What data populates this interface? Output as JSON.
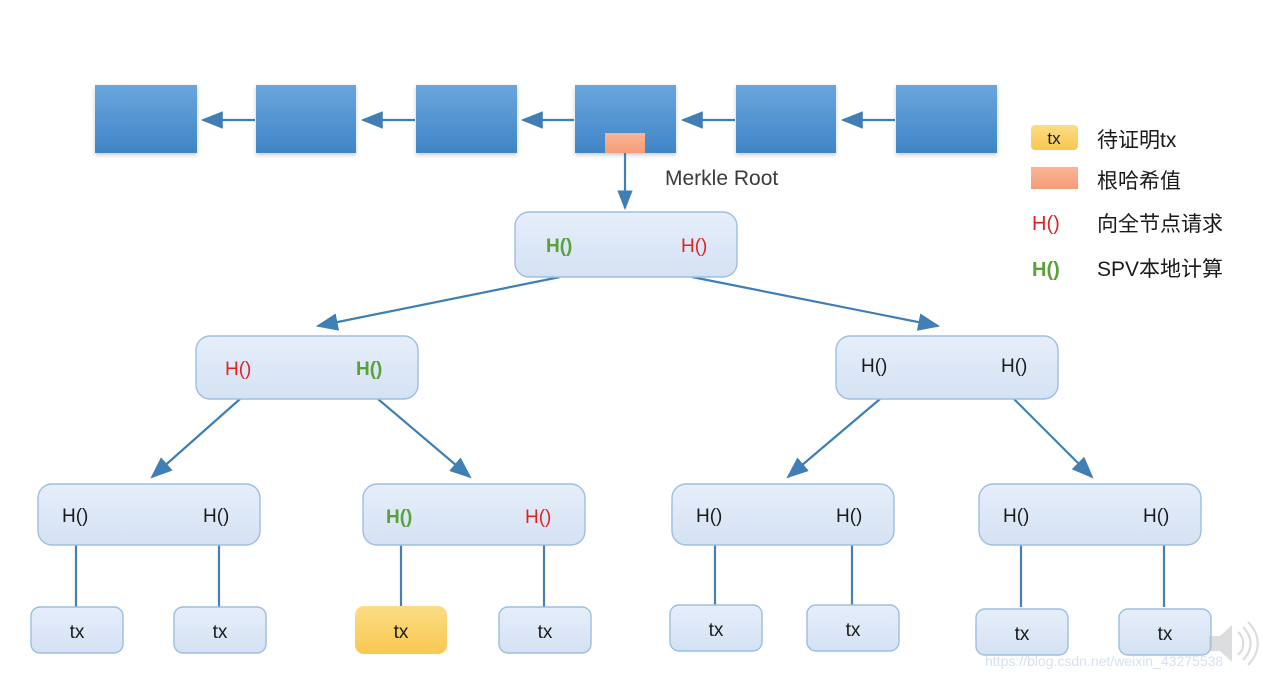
{
  "diagram": {
    "title": "Merkle Tree SPV proof",
    "colors": {
      "block_fill_top": "#6aa6dd",
      "block_fill_bottom": "#3f85c6",
      "node_fill": "#dce8f6",
      "node_stroke": "#9dbfdf",
      "arrow": "#3f7fb5",
      "tx_highlight": "#fbd267",
      "root_hash_marker": "#f7a883",
      "hash_red": "#e02222",
      "hash_green": "#5aa13a",
      "hash_black": "#1a1a1a",
      "watermark": "#cfdcec"
    },
    "chain": {
      "name": "blockchain-strip",
      "block_count": 6,
      "blocks": [
        {
          "label": ""
        },
        {
          "label": ""
        },
        {
          "label": ""
        },
        {
          "label": "",
          "has_merkle_root_marker": true
        },
        {
          "label": ""
        },
        {
          "label": ""
        }
      ],
      "arrow_direction": "right-to-left"
    },
    "merkle_root_label": "Merkle Root",
    "tree": {
      "levels": [
        {
          "level": 0,
          "name": "merkle-root-node",
          "nodes": [
            {
              "left": {
                "text": "H()",
                "style": "green"
              },
              "right": {
                "text": "H()",
                "style": "red"
              }
            }
          ]
        },
        {
          "level": 1,
          "name": "merkle-level-1",
          "nodes": [
            {
              "left": {
                "text": "H()",
                "style": "red"
              },
              "right": {
                "text": "H()",
                "style": "green"
              }
            },
            {
              "left": {
                "text": "H()",
                "style": "plain"
              },
              "right": {
                "text": "H()",
                "style": "plain"
              }
            }
          ]
        },
        {
          "level": 2,
          "name": "merkle-level-2",
          "nodes": [
            {
              "left": {
                "text": "H()",
                "style": "plain"
              },
              "right": {
                "text": "H()",
                "style": "plain"
              }
            },
            {
              "left": {
                "text": "H()",
                "style": "green"
              },
              "right": {
                "text": "H()",
                "style": "red"
              }
            },
            {
              "left": {
                "text": "H()",
                "style": "plain"
              },
              "right": {
                "text": "H()",
                "style": "plain"
              }
            },
            {
              "left": {
                "text": "H()",
                "style": "plain"
              },
              "right": {
                "text": "H()",
                "style": "plain"
              }
            }
          ]
        }
      ],
      "leaves": [
        {
          "text": "tx",
          "highlight": false
        },
        {
          "text": "tx",
          "highlight": false
        },
        {
          "text": "tx",
          "highlight": true
        },
        {
          "text": "tx",
          "highlight": false
        },
        {
          "text": "tx",
          "highlight": false
        },
        {
          "text": "tx",
          "highlight": false
        },
        {
          "text": "tx",
          "highlight": false
        },
        {
          "text": "tx",
          "highlight": false
        }
      ]
    }
  },
  "legend": {
    "name": "legend-panel",
    "items": [
      {
        "swatch": "tx-chip",
        "swatch_text": "tx",
        "label": "待证明tx"
      },
      {
        "swatch": "color-block",
        "swatch_text": "",
        "label": "根哈希值"
      },
      {
        "swatch": "hash-red",
        "swatch_text": "H()",
        "label": "向全节点请求"
      },
      {
        "swatch": "hash-green",
        "swatch_text": "H()",
        "label": "SPV本地计算"
      }
    ]
  },
  "watermark": {
    "text": "https://blog.csdn.net/weixin_43275538",
    "icon": "speaker-icon"
  }
}
